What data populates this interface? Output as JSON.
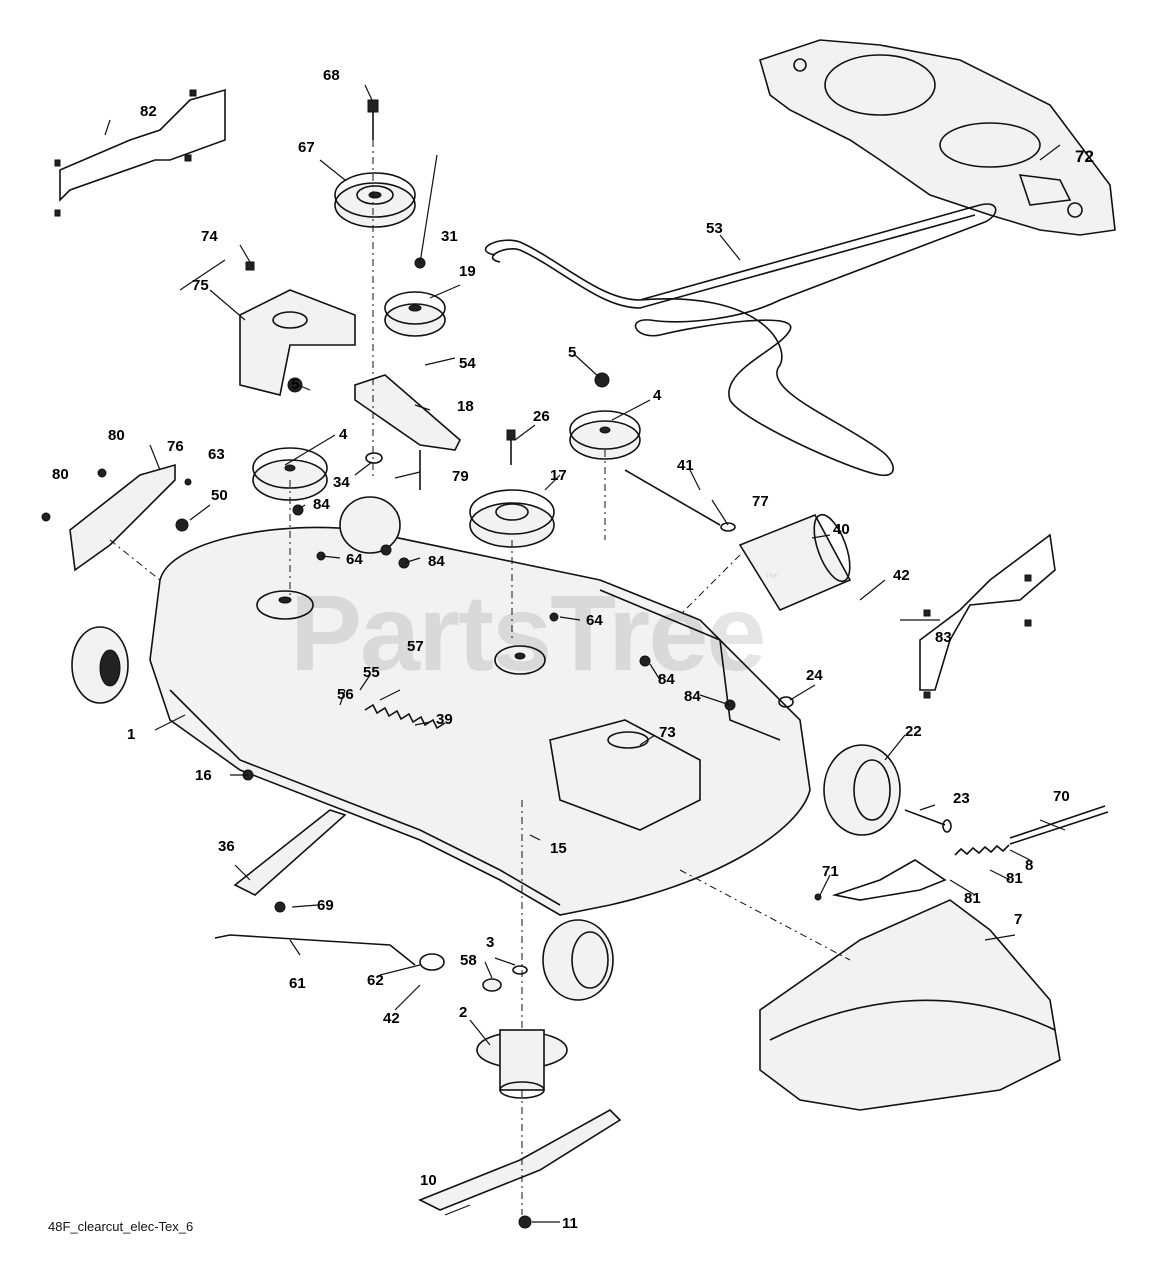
{
  "watermark": {
    "text": "PartsTree",
    "mark": "™"
  },
  "caption": "48F_clearcut_elec-Tex_6",
  "labels": {
    "l1": "1",
    "l2": "2",
    "l3": "3",
    "l4a": "4",
    "l4b": "4",
    "l5a": "5",
    "l5b": "5",
    "l7": "7",
    "l8": "8",
    "l10": "10",
    "l11": "11",
    "l15": "15",
    "l16": "16",
    "l17": "17",
    "l18": "18",
    "l19": "19",
    "l22": "22",
    "l23": "23",
    "l24": "24",
    "l26": "26",
    "l31": "31",
    "l34": "34",
    "l36": "36",
    "l39": "39",
    "l40": "40",
    "l41": "41",
    "l42a": "42",
    "l42b": "42",
    "l50": "50",
    "l53": "53",
    "l54": "54",
    "l55": "55",
    "l56": "56",
    "l57": "57",
    "l58": "58",
    "l61": "61",
    "l62": "62",
    "l63": "63",
    "l64a": "64",
    "l64b": "64",
    "l67": "67",
    "l68": "68",
    "l69": "69",
    "l70": "70",
    "l71": "71",
    "l72": "72",
    "l73": "73",
    "l74": "74",
    "l75": "75",
    "l76": "76",
    "l77": "77",
    "l79": "79",
    "l80a": "80",
    "l80b": "80",
    "l81a": "81",
    "l81b": "81",
    "l82": "82",
    "l83": "83",
    "l84a": "84",
    "l84b": "84",
    "l84c": "84",
    "l84d": "84"
  },
  "icons": [
    "pulley-icon",
    "blade-icon",
    "spindle-icon",
    "wheel-icon",
    "belt-icon",
    "bracket-icon",
    "spring-icon",
    "bolt-icon"
  ]
}
